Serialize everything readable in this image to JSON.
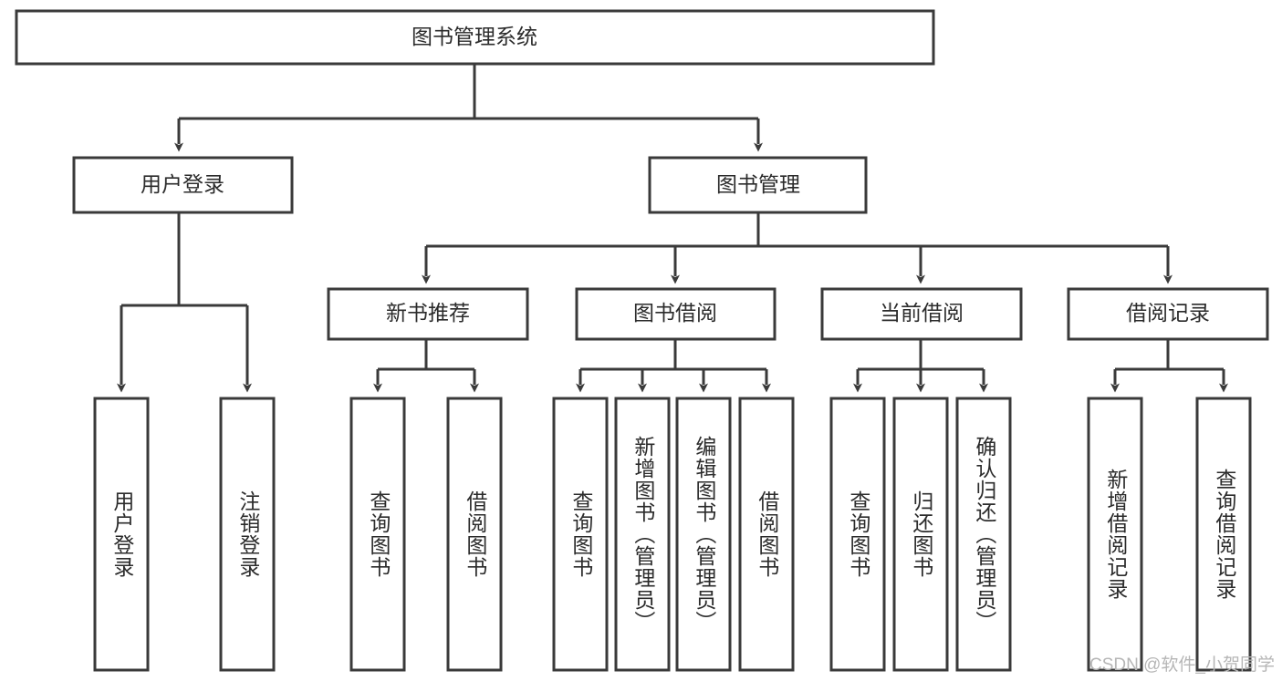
{
  "diagram": {
    "title": "图书管理系统",
    "watermark": "CSDN @软件_小贺同学",
    "style": {
      "box_fill": "#ffffff",
      "box_stroke": "#3a3a3a",
      "text_color": "#2b2b2b",
      "watermark_color": "#b6b6b6",
      "background": "#ffffff"
    },
    "levels": {
      "root": {
        "label": "图书管理系统"
      },
      "level1": [
        {
          "label": "用户登录"
        },
        {
          "label": "图书管理"
        }
      ],
      "level2": [
        {
          "label": "新书推荐"
        },
        {
          "label": "图书借阅"
        },
        {
          "label": "当前借阅"
        },
        {
          "label": "借阅记录"
        }
      ]
    },
    "leaves": {
      "user_login": [
        {
          "label": "用户登录"
        },
        {
          "label": "注销登录"
        }
      ],
      "new_book_recommend": [
        {
          "label": "查询图书"
        },
        {
          "label": "借阅图书"
        }
      ],
      "book_borrow": [
        {
          "label": "查询图书"
        },
        {
          "label": "新增图书（管理员）"
        },
        {
          "label": "编辑图书（管理员）"
        },
        {
          "label": "借阅图书"
        }
      ],
      "current_borrow": [
        {
          "label": "查询图书"
        },
        {
          "label": "归还图书"
        },
        {
          "label": "确认归还（管理员）"
        }
      ],
      "borrow_record": [
        {
          "label": "新增借阅记录"
        },
        {
          "label": "查询借阅记录"
        }
      ]
    }
  }
}
